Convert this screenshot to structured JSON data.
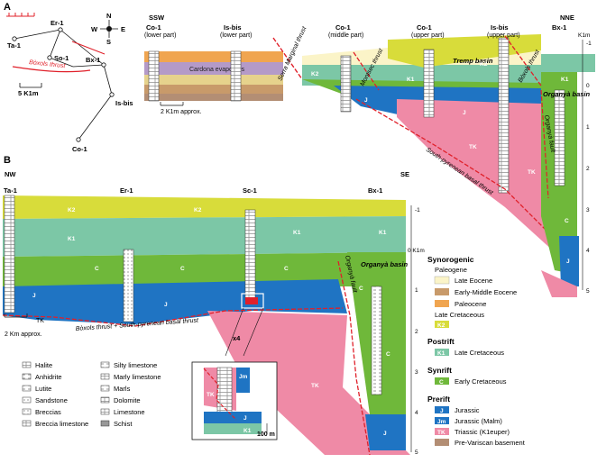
{
  "panel_labels": {
    "a": "A",
    "b": "B"
  },
  "map": {
    "wells": [
      "Ta-1",
      "Er-1",
      "So-1",
      "Bx-1",
      "Is-bis",
      "Co-1"
    ],
    "thrust_label": "Bòxols thrust",
    "compass": {
      "n": "N",
      "s": "S",
      "w": "W",
      "e": "E"
    },
    "scale": "5 K1m"
  },
  "section_a": {
    "left_end": "SSW",
    "right_end": "NNE",
    "wells_left": [
      {
        "name": "Co-1",
        "sub": "(lower part)"
      },
      {
        "name": "Is-bis",
        "sub": "(lower part)"
      }
    ],
    "wells_right": [
      {
        "name": "Co-1",
        "sub": "(middle part)"
      },
      {
        "name": "Co-1",
        "sub": "(upper part)"
      },
      {
        "name": "Is-bis",
        "sub": "(upper part)"
      },
      {
        "name": "Bx-1",
        "sub": ""
      }
    ],
    "cardona": "Cardona evaporites",
    "serra_thrust": "Serra Marginal thrust",
    "montsec_thrust": "Montsec thrust",
    "boxols_thrust": "Bòxols thrust",
    "tremp": "Tremp basin",
    "organya_basin": "Organyà basin",
    "organya_fault": "Organyà fault",
    "spbt": "South-pyrenean basal thrust",
    "scale": "2 K1m approx.",
    "depth_unit": "K1m",
    "depth_ticks": [
      "-1",
      "0",
      "1",
      "2",
      "3",
      "4",
      "5"
    ],
    "units": {
      "k2": "K2",
      "k1": "K1",
      "j": "J",
      "tk": "TK"
    }
  },
  "section_b": {
    "left_end": "NW",
    "right_end": "SE",
    "wells": [
      "Ta-1",
      "Er-1",
      "Sc-1",
      "Bx-1"
    ],
    "units": {
      "k2": "K2",
      "k1": "K1",
      "c": "C",
      "j": "J",
      "tk": "TK"
    },
    "depth_ticks": [
      "-1",
      "0 K1m",
      "1",
      "2",
      "3",
      "4",
      "5"
    ],
    "organya_basin": "Organyà basin",
    "organya_fault": "Organyà fault",
    "thrust": "Bòxols thrust  +  South-pyrenean basal thrust",
    "scale": "2 Km approx.",
    "zoom": "x4",
    "inset_scale": "100 m",
    "inset_units": {
      "jm": "Jm",
      "tk": "TK",
      "j": "J",
      "k1": "K1"
    }
  },
  "lithology": [
    {
      "label": "Halite",
      "icon": "halite-pattern"
    },
    {
      "label": "Anhidrite",
      "icon": "anhidrite-pattern"
    },
    {
      "label": "Lutite",
      "icon": "lutite-pattern"
    },
    {
      "label": "Sandstone",
      "icon": "sandstone-pattern"
    },
    {
      "label": "Breccias",
      "icon": "breccia-pattern"
    },
    {
      "label": "Breccia limestone",
      "icon": "breccia-limestone-pattern"
    },
    {
      "label": "Silty limestone",
      "icon": "silty-limestone-pattern"
    },
    {
      "label": "Marly limestone",
      "icon": "marly-limestone-pattern"
    },
    {
      "label": "Marls",
      "icon": "marls-pattern"
    },
    {
      "label": "Dolomite",
      "icon": "dolomite-pattern"
    },
    {
      "label": "Limestone",
      "icon": "limestone-pattern"
    },
    {
      "label": "Schist",
      "icon": "schist-pattern"
    }
  ],
  "legend": {
    "synorogenic": "Synorogenic",
    "paleogene": "Paleogene",
    "late_eocene": "Late Eocene",
    "early_middle_eocene": "Early-Middle Eocene",
    "paleocene": "Paleocene",
    "late_cretaceous": "Late Cretaceous",
    "k2": "K2",
    "postrift": "Postrift",
    "k1": "K1",
    "k1_label": "Late Cretaceous",
    "synrift": "Synrift",
    "c": "C",
    "c_label": "Early Cretaceous",
    "prerift": "Prerift",
    "j": "J",
    "j_label": "Jurassic",
    "jm": "Jm",
    "jm_label": "Jurassic (Malm)",
    "tk": "TK",
    "tk_label": "Triassic (K1euper)",
    "basement": "Pre-Variscan basement"
  },
  "colors": {
    "k2": "#d8dc3a",
    "k1": "#7cc7a6",
    "c": "#6fb83a",
    "j": "#1f74c3",
    "tk": "#ef8aa6",
    "late_eocene": "#fbf4c8",
    "early_middle_eocene": "#c89a6a",
    "paleocene": "#f0a550",
    "basement": "#b38e74",
    "thrust": "#e0202a"
  }
}
